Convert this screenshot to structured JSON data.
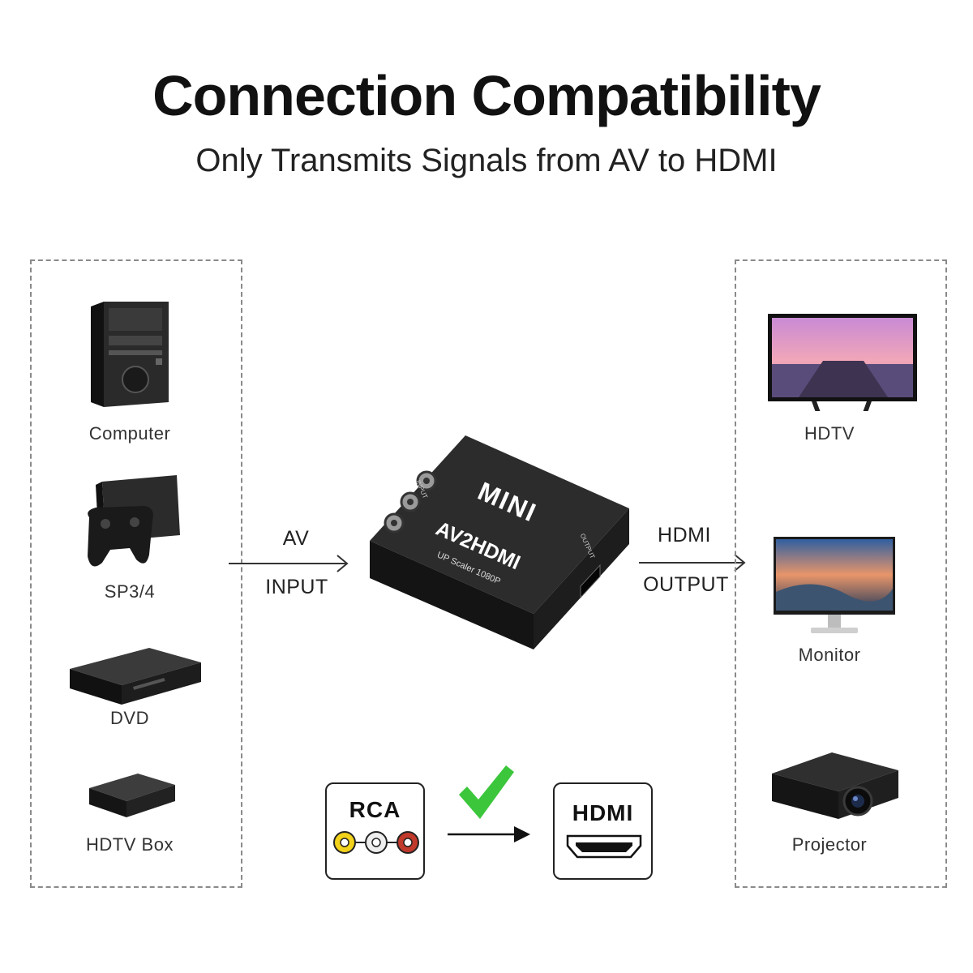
{
  "header": {
    "title": "Connection Compatibility",
    "subtitle": "Only Transmits Signals from AV to HDMI"
  },
  "inputs": {
    "devices": [
      {
        "label": "Computer",
        "icon": "computer-tower-icon"
      },
      {
        "label": "SP3/4",
        "icon": "game-console-icon"
      },
      {
        "label": "DVD",
        "icon": "dvd-player-icon"
      },
      {
        "label": "HDTV Box",
        "icon": "tv-box-icon"
      }
    ]
  },
  "outputs": {
    "devices": [
      {
        "label": "HDTV",
        "icon": "television-icon"
      },
      {
        "label": "Monitor",
        "icon": "monitor-icon"
      },
      {
        "label": "Projector",
        "icon": "projector-icon"
      }
    ]
  },
  "flow": {
    "input_label_1": "AV",
    "input_label_2": "INPUT",
    "output_label_1": "HDMI",
    "output_label_2": "OUTPUT"
  },
  "adapter": {
    "top_text": "MINI",
    "model": "AV2HDMI",
    "subtext": "UP Scaler 1080P",
    "side_input": "INPUT",
    "side_output": "OUTPUT"
  },
  "conversion": {
    "from_label": "RCA",
    "to_label": "HDMI",
    "status_icon": "green-check-icon"
  },
  "colors": {
    "check": "#3cc63c",
    "rca_yellow": "#f2d21a",
    "rca_white": "#eeeeee",
    "rca_red": "#c0392b",
    "device_dark": "#1c1c1c"
  }
}
